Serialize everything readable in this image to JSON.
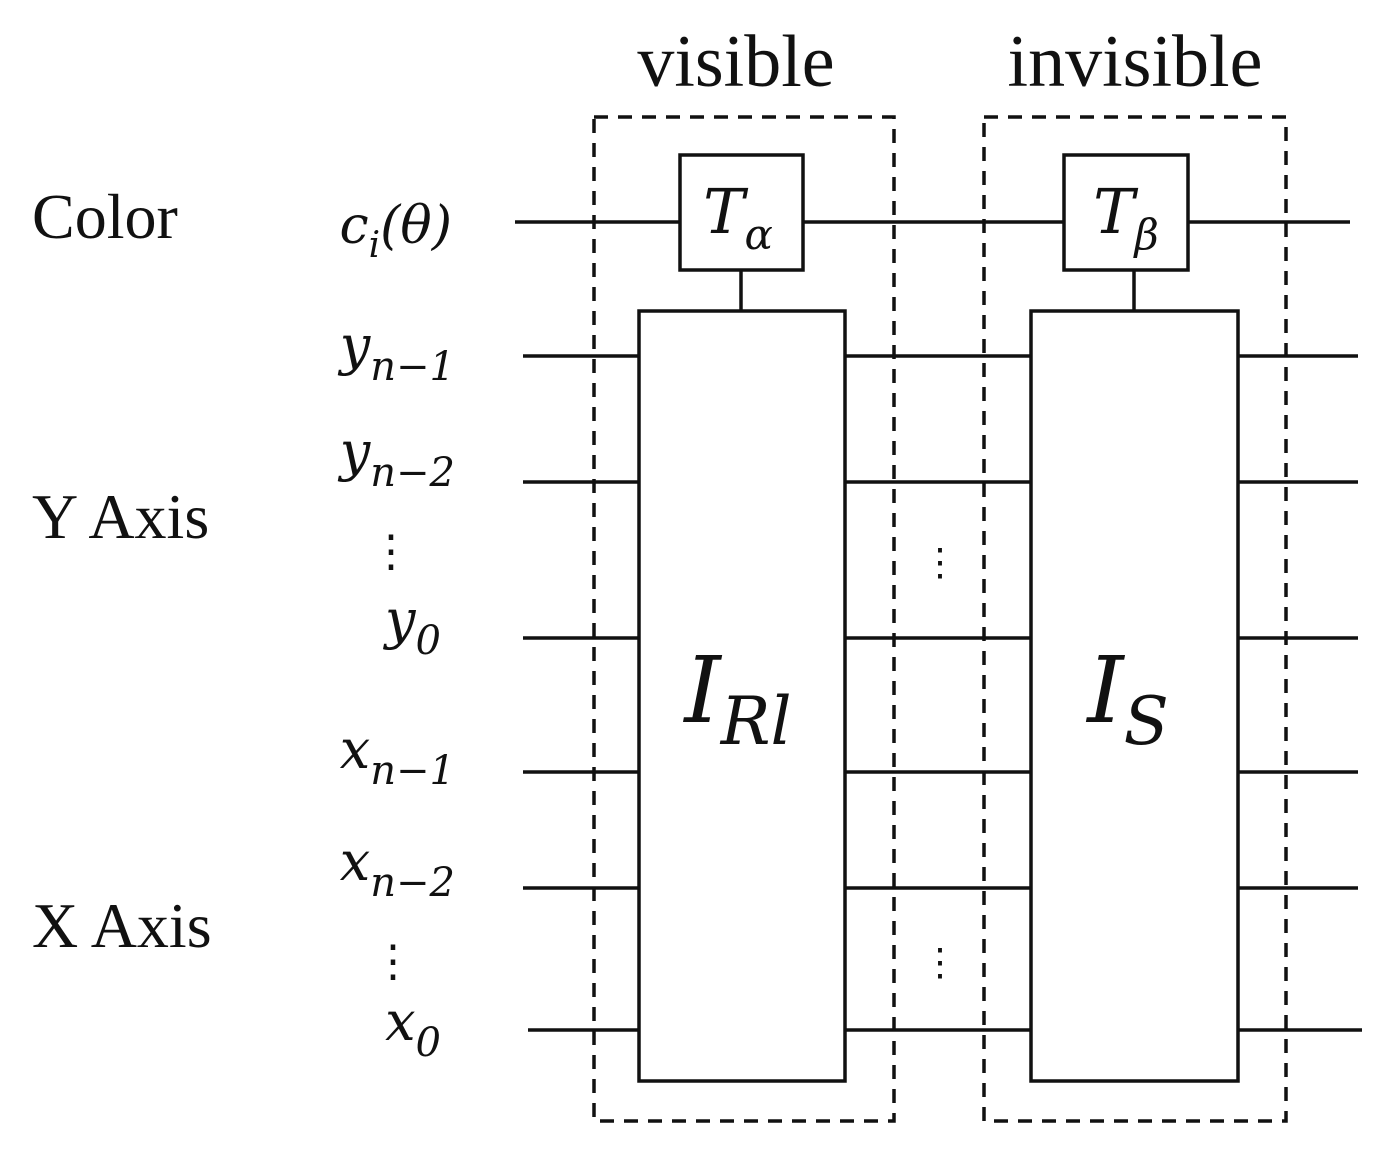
{
  "group_labels": {
    "visible": "visible",
    "invisible": "invisible"
  },
  "register_labels": {
    "color": "Color",
    "y_axis": "Y Axis",
    "x_axis": "X Axis"
  },
  "qubits": {
    "color": {
      "base": "c",
      "sub": "i",
      "arg": "(θ)"
    },
    "y_n1": {
      "base": "y",
      "sub": "n−1"
    },
    "y_n2": {
      "base": "y",
      "sub": "n−2"
    },
    "y_0": {
      "base": "y",
      "sub": "0"
    },
    "x_n1": {
      "base": "x",
      "sub": "n−1"
    },
    "x_n2": {
      "base": "x",
      "sub": "n−2"
    },
    "x_0": {
      "base": "x",
      "sub": "0"
    }
  },
  "gates": {
    "t_alpha": {
      "base": "T",
      "sub": "α"
    },
    "t_beta": {
      "base": "T",
      "sub": "β"
    },
    "i_rl": {
      "base": "I",
      "sub": "Rl"
    },
    "i_s": {
      "base": "I",
      "sub": "S"
    }
  },
  "ellipsis": "⋮"
}
